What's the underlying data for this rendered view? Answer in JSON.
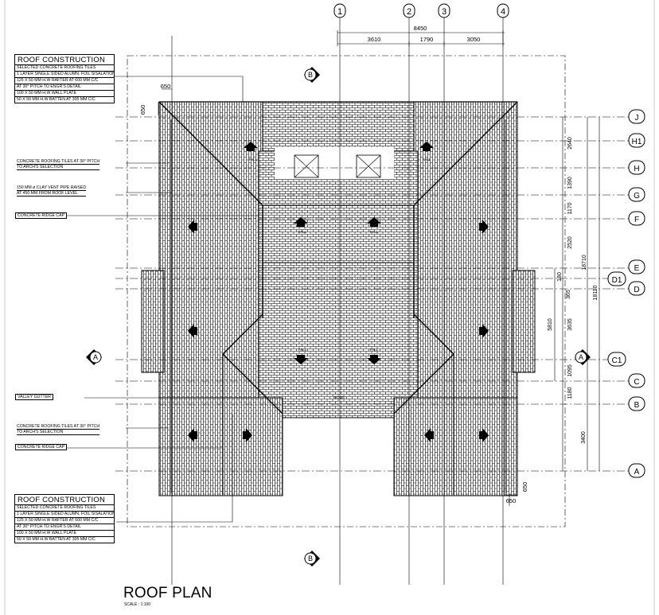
{
  "title": "ROOF PLAN",
  "scale": "SCALE : 1:100",
  "grid_columns": [
    "1",
    "2",
    "3",
    "4"
  ],
  "grid_rows": [
    "J",
    "H1",
    "H",
    "G",
    "F",
    "E",
    "D1",
    "D",
    "C1",
    "C",
    "B",
    "A"
  ],
  "section_markers": [
    "B",
    "A"
  ],
  "dims_top": {
    "overall": "8450",
    "segments": [
      "3610",
      "1790",
      "3050"
    ]
  },
  "dims_right": {
    "chain": [
      "2640",
      "1390",
      "1170",
      "2520",
      "180",
      "365",
      "3635",
      "1095",
      "1180",
      "3400"
    ],
    "overall_inner": "5810",
    "overall_outer": "18110",
    "outer_partial": "18710"
  },
  "overhang": "650",
  "roof_construction": {
    "heading": "ROOF CONSTRUCTION",
    "lines": [
      "SELECTED CONCRETE ROOFING TILES",
      "1 LAYER SINGLE SIDED ALUMN. FOIL SISALATION",
      "125 X 50 MM H.W RAFTER AT 600 MM C/C",
      "AT 30° PITCH TO ENGR'S DETAIL",
      "100 X 50 MM H.W WALL PLATE",
      "50 X 50 MM H.W BATTEN AT 305 MM C/C"
    ]
  },
  "left_notes": {
    "tiles1": [
      "CONCRETE ROOFING TILES AT 30° PITCH",
      "TO ARCH'S SELECTION"
    ],
    "vent": [
      "150 MM ø CLAY VENT PIPE RAISED",
      "AT 450 MM FROM ROOF LEVEL"
    ],
    "ridge1": "CONCRETE RIDGE CAP",
    "valley": "VALLEY GUTTER",
    "tiles2": [
      "CONCRETE ROOFING TILES AT 30° PITCH",
      "TO ARCH'S SELECTION"
    ],
    "ridge2": "CONCRETE RIDGE CAP"
  },
  "fall_label": "FALL",
  "ridge_label": "RIDGE"
}
